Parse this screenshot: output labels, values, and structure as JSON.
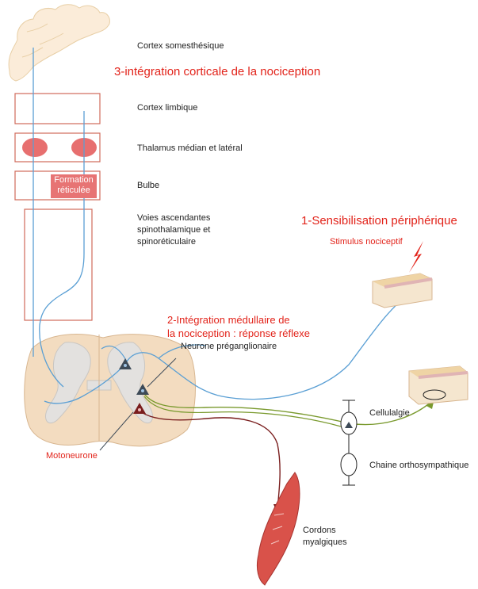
{
  "labels": {
    "cortex_somesthesique": "Cortex somesthésique",
    "integration_corticale": "3-intégration corticale de la nociception",
    "cortex_limbique": "Cortex limbique",
    "thalamus": "Thalamus médian et latéral",
    "bulbe": "Bulbe",
    "formation_reticulee": [
      "Formation",
      "réticulée"
    ],
    "voies_ascendantes": [
      "Voies ascendantes",
      "spinothalamique et",
      "spinoréticulaire"
    ],
    "sensibilisation": "1-Sensibilisation périphérique",
    "stimulus": "Stimulus nociceptif",
    "integration_medullaire": [
      "2-Intégration médullaire de",
      "la nociception : réponse réflexe"
    ],
    "neurone_preganglionaire": "Neurone préganglionaire",
    "cellulalgie": "Cellulalgie",
    "chaine": "Chaine orthosympathique",
    "motoneurone": "Motoneurone",
    "cordons": [
      "Cordons",
      "myalgiques"
    ]
  },
  "colors": {
    "accent_red": "#e2231a",
    "box_outline": "#d06a5a",
    "nucleus_fill": "#e76f6f",
    "nerve_blue": "#5a9fd4",
    "nerve_green": "#7a9a2e",
    "nerve_darkred": "#7a1e1e",
    "cortex_fill": "#fbecd9",
    "spinal_fill": "#f3dcc0",
    "muscle_fill": "#d9524a"
  }
}
